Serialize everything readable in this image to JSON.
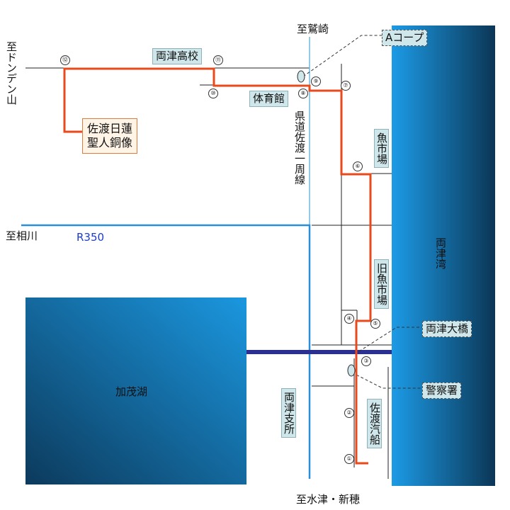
{
  "destinations": {
    "north": "至鷲崎",
    "south": "至水津・新穂",
    "west_top": "至ドンデン山",
    "west_mid": "至相川"
  },
  "roads": {
    "route": "R350",
    "prefectural": "県道佐渡一周線"
  },
  "water": {
    "lake": "加茂湖",
    "bay": "両津湾"
  },
  "places": {
    "ryotsu_high_school": "両津高校",
    "gymnasium": "体育館",
    "fish_market": "魚市場",
    "old_fish_market": "旧魚市場",
    "sado_kisen": "佐渡汽船",
    "ryotsu_branch": "両津支所",
    "a_coop": "Aコープ",
    "ryotsu_bridge": "両津大橋",
    "police": "警察署",
    "statue_line1": "佐渡日蓮",
    "statue_line2": "聖人銅像"
  },
  "waypoints": [
    "①",
    "②",
    "③",
    "④",
    "⑤",
    "⑥",
    "⑦",
    "⑧",
    "⑨",
    "⑩",
    "⑪",
    "⑫"
  ],
  "colors": {
    "route": "#e84a1c",
    "road": "#222222",
    "r350": "#2a8fd8",
    "prefectural_road": "#6fb8e0",
    "bridge": "#2b2f8f",
    "sea_light": "#1f9ae0",
    "sea_dark": "#0a3b5c",
    "label_bg": "#cfe6ea"
  }
}
